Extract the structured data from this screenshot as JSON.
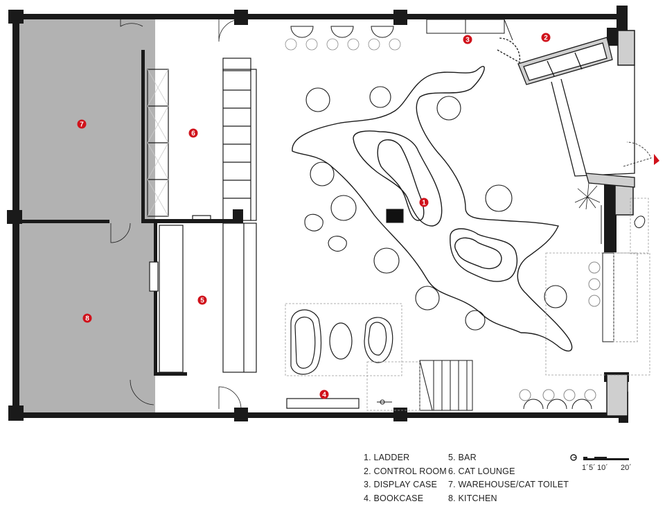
{
  "markers": [
    {
      "num": "1",
      "label": "1. LADDER"
    },
    {
      "num": "2",
      "label": "2. CONTROL ROOM"
    },
    {
      "num": "3",
      "label": "3. DISPLAY CASE"
    },
    {
      "num": "4",
      "label": "4. BOOKCASE"
    },
    {
      "num": "5",
      "label": "5. BAR"
    },
    {
      "num": "6",
      "label": "6. CAT LOUNGE"
    },
    {
      "num": "7",
      "label": "7. WAREHOUSE/CAT TOILET"
    },
    {
      "num": "8",
      "label": "8. KITCHEN"
    }
  ],
  "scale": {
    "t1": "1´",
    "t5": "5´",
    "t10": "10´",
    "t20": "20´"
  },
  "colors": {
    "wall": "#1a1a1a",
    "warehouse_fill": "#b2b2b2",
    "marker": "#d0121b",
    "hatch": "#cfcfcf"
  }
}
